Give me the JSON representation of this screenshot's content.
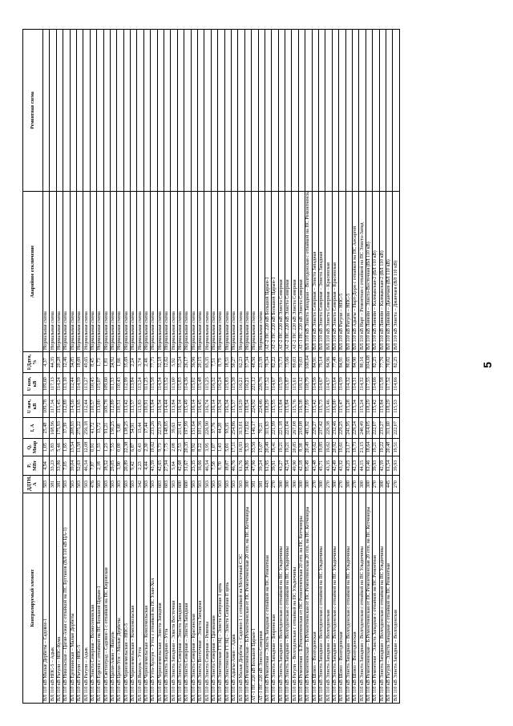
{
  "page_number": "5",
  "table": {
    "headers": [
      "Контролируемый элемент",
      "ДДТН, А",
      "P, МВт",
      "Q, Мвар",
      "I, А",
      "U нач, кВ",
      "U кон, кВ",
      "I/Ддтн, %",
      "Аварийное отключение",
      "Ремонтная схема"
    ],
    "rows": [
      [
        "ВЛ 110 кВ Малые Дербеты – Садовое-1",
        "503",
        "4,94",
        "1,05",
        "25,48",
        "109,78",
        "109,60",
        "4,37",
        "Нормальная схема",
        ""
      ],
      [
        "ВЛ 110 кВ НПС-5 – Адык",
        "381",
        "33,23",
        "5,83",
        "168,96",
        "117,34",
        "117,13",
        "44,35",
        "Нормальная схема",
        ""
      ],
      [
        "ВЛ 110 кВ Рагули – НПС-Кума",
        "381",
        "33,86",
        "5,46",
        "175,93",
        "115,45",
        "114,24",
        "20,28",
        "Нормальная схема",
        ""
      ],
      [
        "ВЛ 110 кВ Никольская – Цаган-Аман с отпайкой на ПС Бугтанов (ВЛ 110 кВ ЦА-1)",
        "503",
        "7,05",
        "1,65",
        "37,39",
        "112,89",
        "113,10",
        "12,46",
        "Нормальная схема",
        ""
      ],
      [
        "ВЛ 110 кВ Ергенинская – Малые Дербеты",
        "503",
        "39,04",
        "13,54",
        "208,93",
        "114,56",
        "112,44",
        "34,85",
        "Нормальная схема",
        ""
      ],
      [
        "ВЛ 110 кВ Рагули – НПС-5",
        "503",
        "52,63",
        "11,58",
        "275,22",
        "113,65",
        "114,59",
        "18,69",
        "Нормальная схема",
        ""
      ],
      [
        "ВЛ 110 кВ Рагули – Адык",
        "503",
        "46,54",
        "12,08",
        "256,18",
        "112,44",
        "113,27",
        "49,65",
        "Нормальная схема",
        ""
      ],
      [
        "ВЛ 110 кВ Элиста Северная – Вознесеновская",
        "476",
        "7,87",
        "0,91",
        "41,72",
        "110,57",
        "110,45",
        "8,45",
        "Нормальная схема",
        ""
      ],
      [
        "ВЛ 110 кВ Ergenin с отпайкой на ПС Большой Царын-1",
        "503",
        "2,18",
        "1,55",
        "13,72",
        "113,00",
        "115,07",
        "1,73",
        "Нормальная схема",
        ""
      ],
      [
        "ВЛ 110 кВ Светлоград – Садовое-1 с отпайкой на ПС Кировская",
        "503",
        "18,52",
        "1,23",
        "91,21",
        "109,78",
        "109,60",
        "1,81",
        "Нормальная схема",
        ""
      ],
      [
        "ВЛ 110 кВ Цаган-Аман – Яшкуль",
        "503",
        "29,05",
        "7,55",
        "150,25",
        "112,89",
        "111,33",
        "24,92",
        "Нормальная схема",
        ""
      ],
      [
        "ВЛ 110 кВ Цаган-Усн – Малые Дербеты",
        "303",
        "3,90",
        "0,00",
        "5,68",
        "110,51",
        "110,43",
        "1,66",
        "Нормальная схема",
        ""
      ],
      [
        "ВЛ 110 кВ Черноземельская – НПС-5",
        "503",
        "20,89",
        "22,38",
        "138,25",
        "113,42",
        "112,99",
        "35,69",
        "Нормальная схема",
        ""
      ],
      [
        "ВЛ 110 кВ Черноземельская – Комсомольская",
        "503",
        "9,42",
        "6,87",
        "54,91",
        "113,57",
        "113,84",
        "2,24",
        "Нормальная схема",
        ""
      ],
      [
        "ВЛ 110 кВ Яшкуль – Утта",
        "342",
        "2,23",
        "0,43",
        "13,44",
        "113,83",
        "113,24",
        "3,74",
        "Нормальная схема",
        ""
      ],
      [
        "ВЛ 110 кВ Черноземельская – Комсомольская",
        "503",
        "4,44",
        "2,30",
        "17,44",
        "110,91",
        "111,25",
        "2,46",
        "Нормальная схема",
        ""
      ],
      [
        "ВЛ 110 кВ Утта-Хулсун – Утта с отпайкой на ПС Улан-Хол",
        "503",
        "43,59",
        "19,62",
        "233,26",
        "115,84",
        "115,58",
        "77,75",
        "Нормальная схема",
        ""
      ],
      [
        "ВЛ 110 кВ Черноземельская – Элиста Западная",
        "603",
        "42,65",
        "9,73",
        "223,29",
        "116,54",
        "114,34",
        "32,18",
        "Нормальная схема",
        ""
      ],
      [
        "ВЛ 110 кВ Элиста Западная – Утта",
        "603",
        "27,94",
        "7,75",
        "148,65",
        "114,44",
        "113,52",
        "12,62",
        "Нормальная схема",
        ""
      ],
      [
        "ВЛ 110 кВ Элиста Западная – Элиста Восточная",
        "503",
        "5,64",
        "2,08",
        "39,63",
        "113,84",
        "113,60",
        "5,92",
        "Нормальная схема",
        ""
      ],
      [
        "ВЛ 110 кВ Элиста Северная – Элиста Западная",
        "600",
        "42,68",
        "2,53",
        "211,41",
        "116,14",
        "115,83",
        "35,24",
        "Нормальная схема",
        ""
      ],
      [
        "ВЛ 110 кВ Элиста Северная – Элиста Западная",
        "600",
        "31,67",
        "20,35",
        "197,99",
        "115,49",
        "114,36",
        "26,17",
        "Нормальная схема",
        ""
      ],
      [
        "ВЛ 110 кВ Элиста Северная – Красинская",
        "503",
        "23,35",
        "8,92",
        "151,64",
        "116,14",
        "115,02",
        "36,96",
        "Нормальная схема",
        ""
      ],
      [
        "ВЛ 110 кВ Элиста Восточная – Элиста Западная",
        "503",
        "16,66",
        "8,22",
        "101,36",
        "116,45",
        "115,48",
        "20,15",
        "Нормальная схема",
        ""
      ],
      [
        "ВЛ 110 кВ Элиста Северная – Ревенка",
        "503",
        "46,54",
        "3,95",
        "226,90",
        "116,74",
        "115,25",
        "65,35",
        "Нормальная схема",
        ""
      ],
      [
        "ВЛ 110 кВ Элиста Северная – Цаганаман",
        "503",
        "7,58",
        "1,07",
        "37,76",
        "116,14",
        "116,32",
        "7,51",
        "Нормальная схема",
        ""
      ],
      [
        "ВЛ 110 кВ Элистинская ГТЭЦ – Элиста Северная 1 цепь",
        "503",
        "8,70",
        "1,43",
        "44,20",
        "116,34",
        "116,24",
        "8,79",
        "Нормальная схема",
        ""
      ],
      [
        "ВЛ 110 кВ Элистинская ГТЭЦ – Элиста Северная II цепь",
        "503",
        "18,07",
        "5,01",
        "93,35",
        "116,34",
        "115,83",
        "18,51",
        "Нормальная схема",
        ""
      ],
      [
        "ВЛ 110 кВ Адыгы-Аман – Адык",
        "503",
        "46,76",
        "17,11",
        "254,86",
        "115,37",
        "115,38",
        "50,27",
        "Нормальная схема",
        ""
      ],
      [
        "ВЛ 110 кВ Малые Дербеты – Садовое-1 с отпайкой на Молочный СЭС",
        "503",
        "61,76",
        "16,93",
        "313,01",
        "118,29",
        "116,21",
        "62,23",
        "Нормальная схема",
        ""
      ],
      [
        "ВЛ 110 кВ Ремонтненская – Б.Ремонтненская от ПС Ремонтненская 20 отп. на ПС Кетченеры",
        "300",
        "34,86",
        "5,33",
        "172,02",
        "118,54",
        "116,21",
        "57,34",
        "Нормальная схема",
        ""
      ],
      [
        "АТ-1 ПС 220 кВ Большой Царын-1",
        "381",
        "47,96",
        "33,56",
        "146,17",
        "224,92",
        "221,12",
        "48,56",
        "Нормальная схема",
        ""
      ],
      [
        "АТ-1 ПС 220 кВ Элиста Северная",
        "381",
        "39,24",
        "15,07",
        "70,21",
        "224,46",
        "226,76",
        "23,59",
        "Нормальная схема",
        ""
      ],
      [
        "ВЛ 110 кВ Ремонтная – Элиста Западная с отпайкой на ПС Ремонтная",
        "443",
        "61,95",
        "20,49",
        "311,63",
        "118,29",
        "117,52",
        "70,34",
        "АТ-2 ПС 220 кВ Большой Царын-1",
        ""
      ],
      [
        "ВЛ 110 кВ Элиста Западная – Бюрюнская",
        "270",
        "39,91",
        "19,41",
        "221,99",
        "115,55",
        "114,67",
        "82,22",
        "АТ-2 ПС 220 кВ Большой Царын-1",
        ""
      ],
      [
        "ВЛ 110 кВ Элиста Западная – Волгодонская с отпайкой на ПС Ульдючины",
        "300",
        "43,27",
        "19,21",
        "221,18",
        "115,84",
        "115,59",
        "73,73",
        "АТ-2 ПС 220 кВ Элиста Северная",
        ""
      ],
      [
        "ВЛ 110 кВ Элиста Западная – Волгодонская с отпайкой на ПС Ульдючины",
        "300",
        "42,54",
        "19,21",
        "221,04",
        "115,84",
        "115,87",
        "73,66",
        "АТ-2 ПС 220 кВ Элиста Северная",
        ""
      ],
      [
        "ВЛ 110 кВ Рагули – Волгодонская с отпайкой на ПС Ульдючины",
        "300",
        "49,90",
        "20,85",
        "267,08",
        "115,76",
        "115,61",
        "89,03",
        "АТ-2 ПС 220 кВ Элиста Северная",
        ""
      ],
      [
        "ВЛ 110 кВ Ремонтная – Б.Ремонтненская от ПС Ремонтненская 20 отп. на ПС Кетченеры",
        "300",
        "42,18",
        "8,38",
        "210,08",
        "116,38",
        "119,12",
        "70,03",
        "АТ-1 ПС 220 кВ Элиста Северная",
        ""
      ],
      [
        "ВЛ 110 кВ Ремонтненская – Б.Ремонтненская от ПС Ремонтненская 20 отп. на ПС Кетченеры",
        "300",
        "95,49",
        "20,49",
        "481,92",
        "117,09",
        "118,79",
        "160,64",
        "ВЛ 110 кВ Элиста Западная – Волгодонская с отпайкой на ПС Ремонтненская",
        ""
      ],
      [
        "ВЛ 110 кВ Шлюз – Волгодонская",
        "270",
        "43,48",
        "19,62",
        "229,27",
        "115,42",
        "114,56",
        "84,91",
        "ВЛ 110 кВ Элиста Северная – Элиста Западная",
        ""
      ],
      [
        "ВЛ 110 кВ Элиста Западная – Волгодонская с отпайкой на ПС Ульдючины",
        "300",
        "45,71",
        "19,85",
        "237,42",
        "115,73",
        "114,67",
        "79,14",
        "ВЛ 110 кВ Элиста Северная – Элиста Западная",
        ""
      ],
      [
        "ВЛ 110 кВ Элиста Западная – Волгодонская",
        "270",
        "43,35",
        "19,62",
        "229,38",
        "115,46",
        "114,57",
        "84,96",
        "ВЛ 110 кВ Элиста Северная – Красинская",
        ""
      ],
      [
        "ВЛ 110 кВ Элиста Западная – Волгодонская с отпайкой на ПС Ульдючины",
        "300",
        "42,49",
        "20,92",
        "232,46",
        "116,00",
        "115,64",
        "77,49",
        "ВЛ 110 кВ Элиста Северная – Красинская",
        ""
      ],
      [
        "ВЛ 110 кВ Шлюз – Волгодонская",
        "270",
        "43,32",
        "19,61",
        "229,25",
        "115,47",
        "114,59",
        "84,91",
        "ВЛ 110 кВ Рагули – НПС-5",
        ""
      ],
      [
        "ВЛ 110 кВ Элиста Западная – Волгодонская с отпайкой на ПС Ульдючины",
        "300",
        "43,25",
        "21,17",
        "241,95",
        "115,28",
        "114,32",
        "80,65",
        "ВЛ 110 кВ Рагули – НПС-5",
        ""
      ],
      [
        "ВЛ 110 кВ Шлюз – Волгодонская",
        "270",
        "42,13",
        "19,73",
        "229,24",
        "115,34",
        "114,31",
        "84,90",
        "ВЛ 110 кВ Адыгы – Нарт-Дорн с отпайкой на ПС Ансаргей",
        ""
      ],
      [
        "ВЛ 110 кВ Элиста Западная – Волгодонская с отпайкой на ПС Ульдючины",
        "300",
        "44,15",
        "21,15",
        "240,49",
        "115,24",
        "114,32",
        "80,16",
        "ВЛ 110 кВ Нарт – Ремонтная с отпайкой на ПС Элиста-Запад",
        ""
      ],
      [
        "ВЛ 110 кВ Ремонтненская – Б.Ремонтненская от ПС Ремонтненская 20 отп. на ПС Кетченеры",
        "300",
        "61,46",
        "18,64",
        "314,05",
        "118,29",
        "117,55",
        "104,68",
        "ВЛ 110 кВ Линейн – Элиста-Восточная (ВЛ 110 кВ)",
        ""
      ],
      [
        "ВЛ 110 кВ Ремонтная – Элиста Западная с отпайкой на ПС Ремонтная",
        "270",
        "39,93",
        "19,21",
        "222,07",
        "115,42",
        "114,66",
        "82,25",
        "ВЛ 110 кВ Линейн – Калмыкская-2 (ВЛ 110 кВ)",
        ""
      ],
      [
        "ВЛ 110 кВ Элиста Западная – Волгодонская с отпайкой на ПС Ульдючины",
        "300",
        "42,59",
        "19,22",
        "233,27",
        "115,84",
        "115,58",
        "77,76",
        "ВЛ 110 кВ Линейн – Калмыкская-2 (ВЛ 110 кВ)",
        ""
      ],
      [
        "ВЛ 110 кВ Рагули – Элиста Западная с отпайкой на ПС Ремонтная",
        "445",
        "61,54",
        "20,48",
        "311,60",
        "118,29",
        "117,52",
        "70,02",
        "ВЛ 110 кВ Линейн – Джанчаев (ВЛ 110 кВ)",
        ""
      ],
      [
        "ВЛ 110 кВ Элиста Западная – Волгодонская",
        "270",
        "39,93",
        "19,51",
        "222,07",
        "115,53",
        "114,66",
        "82,25",
        "ВЛ 110 кВ Элиста – Джанчаев (ВЛ 110 кВ)",
        ""
      ]
    ]
  }
}
